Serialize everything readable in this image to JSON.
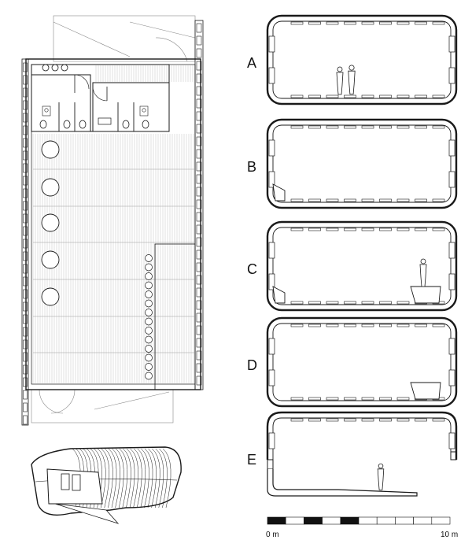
{
  "sections": [
    {
      "id": "A",
      "label": "A",
      "figures": 2,
      "ramp": false,
      "pit": "none"
    },
    {
      "id": "B",
      "label": "B",
      "figures": 0,
      "ramp": false,
      "pit": "left"
    },
    {
      "id": "C",
      "label": "C",
      "figures": 1,
      "ramp": false,
      "pit": "both"
    },
    {
      "id": "D",
      "label": "D",
      "figures": 0,
      "ramp": false,
      "pit": "right"
    },
    {
      "id": "E",
      "label": "E",
      "figures": 1,
      "ramp": true,
      "pit": "none"
    }
  ],
  "scale_bar": {
    "start_label": "0 m",
    "end_label": "10 m",
    "segments": 10
  },
  "colors": {
    "ink": "#1a1a1a",
    "hatch": "#b5b5b5",
    "paper": "#ffffff"
  }
}
